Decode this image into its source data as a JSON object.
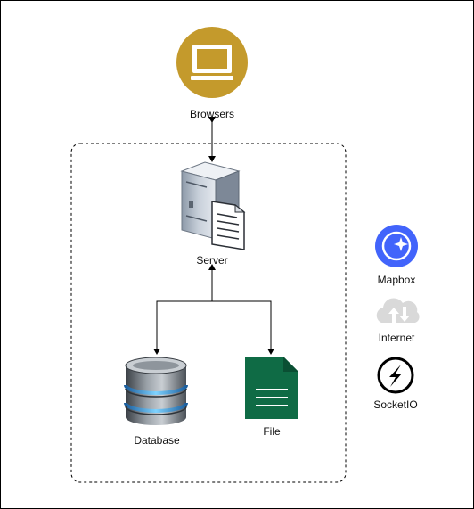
{
  "nodes": {
    "browsers": {
      "label": "Browsers",
      "icon": "monitor-icon",
      "color": "#C49A2C"
    },
    "server": {
      "label": "Server",
      "icon": "server-icon"
    },
    "database": {
      "label": "Database",
      "icon": "database-icon"
    },
    "file": {
      "label": "File",
      "icon": "file-icon",
      "color": "#0F6B45"
    }
  },
  "legend": [
    {
      "label": "Mapbox",
      "icon": "mapbox-icon",
      "color": "#4264FB"
    },
    {
      "label": "Internet",
      "icon": "cloud-icon",
      "color": "#D9D9D9"
    },
    {
      "label": "SocketIO",
      "icon": "socketio-icon",
      "color": "#000000"
    }
  ],
  "edges": [
    {
      "from": "browsers",
      "to": "server",
      "style": "bidirectional"
    },
    {
      "from": "server",
      "to": "database",
      "style": "directed"
    },
    {
      "from": "server",
      "to": "file",
      "style": "directed"
    }
  ]
}
